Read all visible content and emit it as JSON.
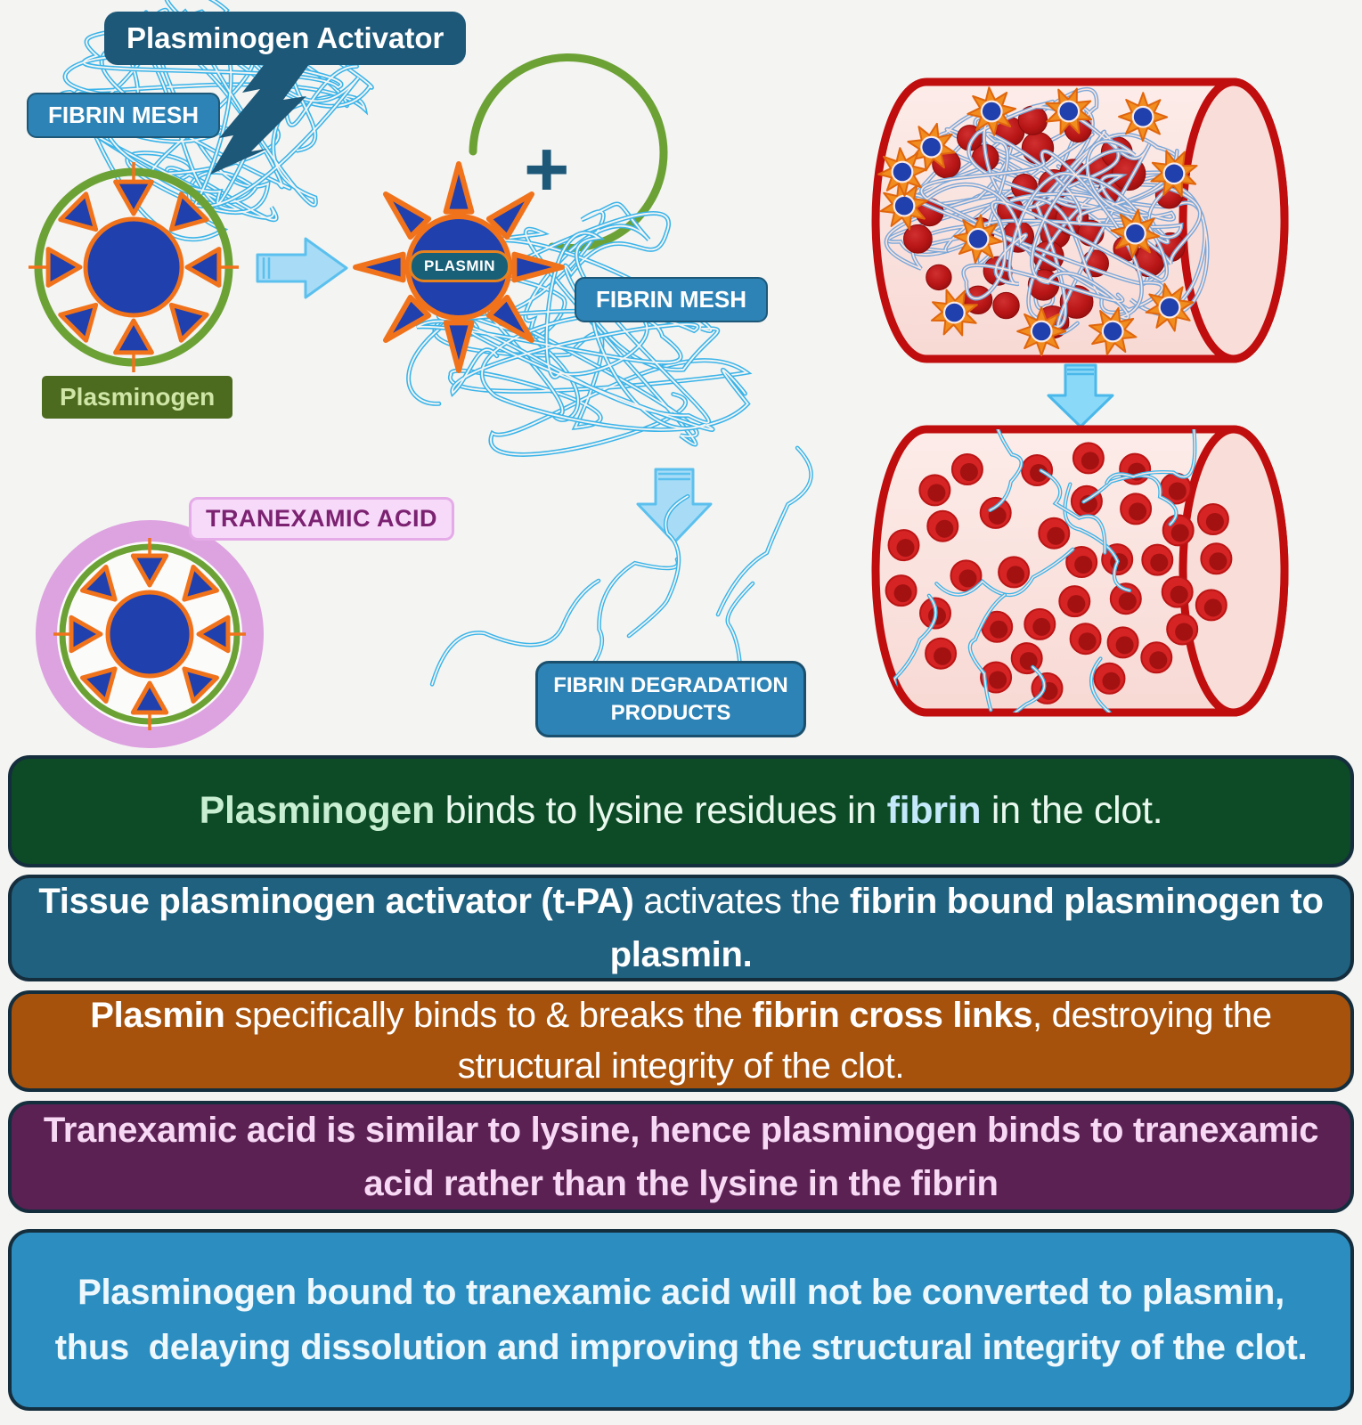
{
  "palette": {
    "background": "#f4f4f2",
    "dark_teal": "#1d5878",
    "label_blue": "#2d83b5",
    "fibrin_cyan": "#3ab4e9",
    "clot_blue": "#7aa7d9",
    "royal_blue": "#2040ae",
    "orange": "#f0731c",
    "green": "#6ca235",
    "label_green_bg": "#4d6b1f",
    "label_green_text": "#cfe6a6",
    "pink_ring": "#dda2e0",
    "pink_label_bg": "#f7d9f9",
    "pink_label_border": "#e5abe8",
    "pink_label_text": "#7b2271",
    "plasmin_box": "#176078",
    "plasmin_box_border": "#e8821e",
    "vessel_red": "#c00d0d",
    "vessel_fill_light": "#fcece9",
    "vessel_fill_dark": "#f8d9d4",
    "rim_fill": "#f9ddd8",
    "rbc_bright": "#d62323",
    "rbc_bright_inner": "#a31111",
    "arrow_fill": "#a8dcf6",
    "arrow_stroke": "#5bc0ee",
    "arrow2_fill": "#8bd9f8",
    "arrow2_stroke": "#4ab8ea",
    "star_orange": "#f18c1e",
    "star_orange_edge": "#e0660d",
    "banner_border": "#152e3e",
    "banner1_bg": "#0d4a26",
    "banner1_text": "#e9f9ee",
    "banner1_hl_green": "#c9efd3",
    "banner1_hl_blue": "#c3e9fa",
    "banner2_bg": "#20617f",
    "banner3_bg": "#a6520d",
    "banner4_bg": "#5c2153",
    "banner4_text": "#f7d9f5",
    "banner5_bg": "#2c8ec0",
    "banner5_text": "#eef8fd"
  },
  "diagram": {
    "plasminogen_activator_label": "Plasminogen Activator",
    "fibrin_mesh_label_1": "FIBRIN MESH",
    "fibrin_mesh_label_2": "FIBRIN MESH",
    "plasminogen_label": "Plasminogen",
    "plasmin_label": "PLASMIN",
    "plus_sign": "+",
    "tranexamic_acid_label": "TRANEXAMIC ACID",
    "fibrin_degradation_products_label": "FIBRIN DEGRADATION PRODUCTS"
  },
  "banners": [
    {
      "runs": [
        {
          "text": "Plasminogen"
        },
        {
          "text": " binds to lysine residues in "
        },
        {
          "text": "fibrin"
        },
        {
          "text": " in the clot."
        }
      ]
    },
    {
      "runs": [
        {
          "text": "Tissue plasminogen activator (t-PA)"
        },
        {
          "text": " activates the "
        },
        {
          "text": "fibrin bound plasminogen to plasmin."
        }
      ]
    },
    {
      "runs": [
        {
          "text": "Plasmin"
        },
        {
          "text": " specifically binds to & breaks the "
        },
        {
          "text": "fibrin cross links"
        },
        {
          "text": ", destroying the structural integrity of the clot."
        }
      ]
    },
    {
      "runs": [
        {
          "text": "Tranexamic acid is similar to lysine, hence plasminogen binds to tranexamic acid rather than the lysine in the fibrin"
        }
      ]
    },
    {
      "runs": [
        {
          "text": "Plasminogen bound to tranexamic acid will not be converted to plasmin, thus  delaying dissolution and improving the structural integrity of the clot."
        }
      ]
    }
  ]
}
